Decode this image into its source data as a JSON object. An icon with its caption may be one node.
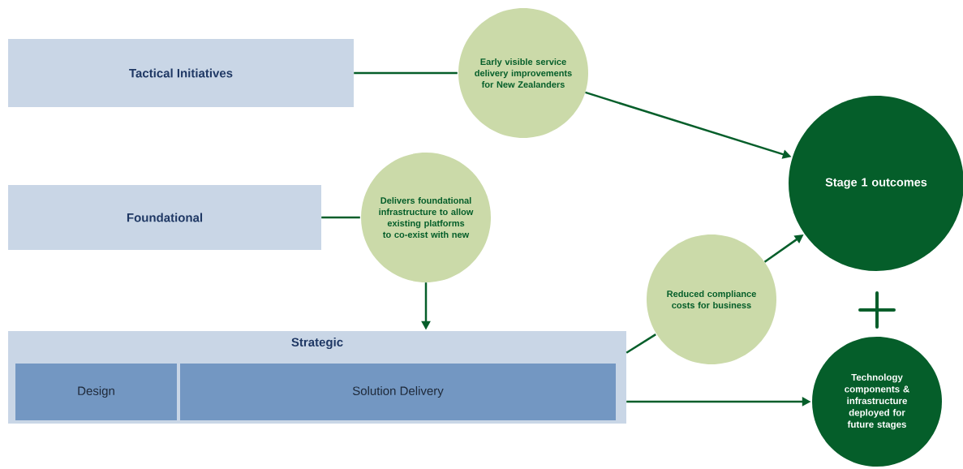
{
  "diagram": {
    "nodes": [
      {
        "text": [
          "Tactical Initiatives"
        ]
      },
      {
        "text": [
          "Early visible service delivery improvements for New Zealanders"
        ]
      },
      {
        "text": [
          "Foundational"
        ]
      },
      {
        "text": [
          "Delivers foundational infrastructure to allow existing platforms to co-exist with new"
        ]
      },
      {
        "text": [
          "Strategic"
        ]
      },
      {
        "text": [
          "Design"
        ],
        "in": 4
      },
      {
        "text": [
          "Solution Delivery"
        ],
        "in": 4
      },
      {
        "text": [
          "Reduced compliance costs for business"
        ]
      },
      {
        "text": [
          "Stage 1 outcomes"
        ]
      },
      {
        "text": [
          "Technology components & infrastructure deployed for future stages"
        ]
      }
    ],
    "edges": [
      {
        "from": 0,
        "to": 1,
        "arrow": "none"
      },
      {
        "from": 1,
        "to": 8,
        "arrow": "to"
      },
      {
        "from": 2,
        "to": 3,
        "arrow": "none"
      },
      {
        "from": 3,
        "to": 4,
        "arrow": "to"
      },
      {
        "from": 4,
        "to": 7,
        "arrow": "none"
      },
      {
        "from": 7,
        "to": 8,
        "arrow": "to"
      },
      {
        "from": 4,
        "to": 9,
        "arrow": "to"
      }
    ]
  }
}
